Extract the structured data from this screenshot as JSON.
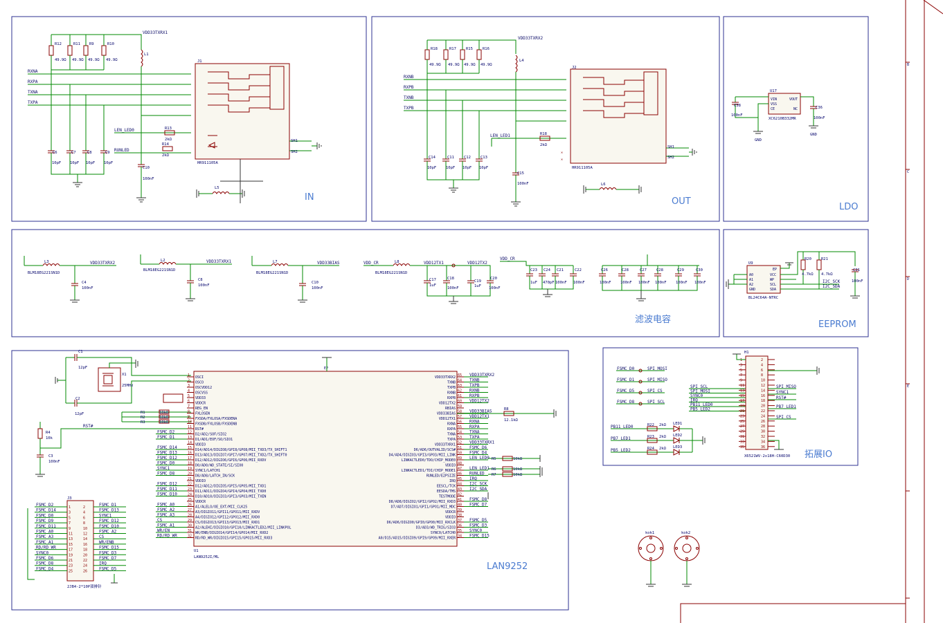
{
  "blocks": {
    "in": "IN",
    "out": "OUT",
    "ldo": "LDO",
    "filter": "滤波电容",
    "eeprom": "EEPROM",
    "lan": "LAN9252",
    "expand": "拓展IO"
  },
  "in_block": {
    "power": "VDD33TXRX1",
    "resistors": [
      {
        "ref": "R12",
        "val": "49.9Ω"
      },
      {
        "ref": "R11",
        "val": "49.9Ω"
      },
      {
        "ref": "R9",
        "val": "49.9Ω"
      },
      {
        "ref": "R10",
        "val": "49.9Ω"
      }
    ],
    "nets": [
      "RXNA",
      "RXPA",
      "TXNA",
      "TXPA"
    ],
    "caps": [
      {
        "ref": "C6",
        "val": "10pF"
      },
      {
        "ref": "C7",
        "val": "10pF"
      },
      {
        "ref": "C8",
        "val": "10pF"
      },
      {
        "ref": "C9",
        "val": "10pF"
      }
    ],
    "inductor": "L1",
    "c10": {
      "ref": "C10",
      "val": "100nF"
    },
    "l5": "L5",
    "led_net1": "LEN_LED0",
    "led_net2": "RUNLED",
    "r13": {
      "ref": "R13",
      "val": "2kΩ"
    },
    "r14": {
      "ref": "R14",
      "val": "2kΩ"
    },
    "conn_ref": "J1",
    "conn_val": "HR911105A",
    "sh1": "SH1",
    "sh2": "SH2"
  },
  "out_block": {
    "power": "VDD33TXRX2",
    "resistors": [
      {
        "ref": "R18",
        "val": "49.9Ω"
      },
      {
        "ref": "R17",
        "val": "49.9Ω"
      },
      {
        "ref": "R15",
        "val": "49.9Ω"
      },
      {
        "ref": "R16",
        "val": "49.9Ω"
      }
    ],
    "nets": [
      "RXNB",
      "RXPB",
      "TXNB",
      "TXPB"
    ],
    "caps": [
      {
        "ref": "C14",
        "val": "10pF"
      },
      {
        "ref": "C11",
        "val": "10pF"
      },
      {
        "ref": "C12",
        "val": "10pF"
      },
      {
        "ref": "C13",
        "val": "10pF"
      }
    ],
    "inductor": "L4",
    "c15": {
      "ref": "C15",
      "val": "100nF"
    },
    "l6": "L6",
    "led_net": "LEN_LED1",
    "r18b": {
      "ref": "R18",
      "val": "2kΩ"
    },
    "conn_ref": "J2",
    "conn_val": "HR911105A",
    "sh1": "SH1",
    "sh2": "SH2"
  },
  "ldo_block": {
    "ref": "U17",
    "part": "XC6210B332MR",
    "pins": [
      "VIN",
      "VSS",
      "CE",
      "VOUT",
      "NC"
    ],
    "c38": {
      "ref": "C38",
      "val": "100nF"
    },
    "c36": {
      "ref": "C36",
      "val": "100nF"
    },
    "gnd1": "GND",
    "gnd2": "GND"
  },
  "filter_block": {
    "chains": [
      {
        "ind": "L3",
        "part": "BLM18EG221SN1D",
        "net": "VDD33TXRX2",
        "cap": "C4",
        "cval": "100nF"
      },
      {
        "ind": "L2",
        "part": "BLM18EG221SN1D",
        "net": "VDD33TXRX1",
        "cap": "C8",
        "cval": "100nF"
      },
      {
        "ind": "L7",
        "part": "BLM18EG221SN1D",
        "net": "VDD33BIAS",
        "cap": "C10",
        "cval": "100nF"
      },
      {
        "ind": "L8",
        "part": "BLM18EG221SN1D",
        "net": "VDD_CR",
        "cap": "",
        "cval": ""
      }
    ],
    "vdd12": [
      "VDD12TX1",
      "VDD12TX2"
    ],
    "vddcr": "VDD_CR",
    "caps_a": [
      {
        "ref": "C17",
        "val": "1uF"
      },
      {
        "ref": "C18",
        "val": "100nF"
      },
      {
        "ref": "C19",
        "val": "1uF"
      },
      {
        "ref": "C20",
        "val": "100nF"
      }
    ],
    "caps_b": [
      {
        "ref": "C23",
        "val": "1uF"
      },
      {
        "ref": "C24",
        "val": "470pF"
      },
      {
        "ref": "C21",
        "val": "100nF"
      },
      {
        "ref": "C22",
        "val": "100nF"
      }
    ],
    "caps_c": [
      {
        "ref": "C26",
        "val": "100nF"
      },
      {
        "ref": "C28",
        "val": "100nF"
      },
      {
        "ref": "C27",
        "val": "100nF"
      },
      {
        "ref": "C28",
        "val": "100nF"
      },
      {
        "ref": "C29",
        "val": "100nF"
      },
      {
        "ref": "C30",
        "val": "100nF"
      }
    ]
  },
  "eeprom_block": {
    "ref": "U9",
    "part": "BL24C64A-NTRC",
    "left_pins": [
      "A0",
      "A1",
      "A2",
      "GND"
    ],
    "right_pins": [
      "EP",
      "VCC",
      "WP",
      "SCL",
      "SDA"
    ],
    "r20": {
      "ref": "R20",
      "val": "4.7kΩ"
    },
    "r21": {
      "ref": "R21",
      "val": "4.7kΩ"
    },
    "c31": {
      "ref": "C31",
      "val": "100nF"
    },
    "nets": [
      "I2C_SCK",
      "I2C_SDA"
    ]
  },
  "lan_block": {
    "chip_ref": "U1",
    "chip_val": "LAN9252I/ML",
    "c1": {
      "ref": "C1",
      "val": "12pF"
    },
    "c2": {
      "ref": "C2",
      "val": "12pF"
    },
    "x1": {
      "ref": "X1",
      "val": "25MHz"
    },
    "r1": {
      "ref": "R1",
      "val": "10kΩ"
    },
    "r2": {
      "ref": "R2",
      "val": "10kΩ"
    },
    "r3": {
      "ref": "R3",
      "val": "10kΩ"
    },
    "r4": {
      "ref": "R4",
      "val": "10k"
    },
    "c3": {
      "ref": "C3",
      "val": "100nF"
    },
    "rst": "RST#",
    "left_pins": [
      "OSCI",
      "OSCO",
      "OSCVDD12",
      "OSCVSS",
      "VDD33",
      "VDDCR",
      "REG_EN",
      "FXLOSEN",
      "FXSDA/FXLOSA/FXSDENA",
      "FXSDB/FXLOSB/FXSDENB",
      "RST#",
      "D2/AD2/SOF/SIO2",
      "D1/AD1/EOF/SO/SIO1",
      "VDDIO",
      "D14/AD14/DIGIO8/GPI8/GPO8/MII_TXD3/TX_SHIFT1",
      "D13/AD13/DIGIO7/GPI7/GPO7/MII_TXD2/TX_SHIFT0",
      "D12/AD12/DIGIO6/GPI6/GPO6/MII_RXDV",
      "D0/AD0/WD_STATE/SI/SIO0",
      "SYNC1/LATCH1",
      "D8/AD8/LATCH_IN/SCK",
      "VDDIO",
      "D12/AD12/DIGIO5/GPI5/GPO5/MII_TXD1",
      "D11/AD11/DIGIO4/GPI4/GPO4/MII_TXD0",
      "D10/AD10/DIGIO3/GPI3/GPO3/MII_TXEN",
      "VDDCR",
      "A1/ALELO/OE_EXT/MII_CLK25",
      "A3/DIGIO11/GPI11/GPO11/MII_RXDV",
      "A4/DIGIO12/GPI12/GPO12/MII_RXD0",
      "CS/DIGIO13/GPI13/GPO13/MII_RXD1",
      "A2/ALEHI/DIGIO10/GPI10/LINKACTLED2/MII_LINKPOL",
      "WR/ENB/DIGIO14/GPI14/GPO14/MII_RXD2",
      "RD/RD_WR/DIGIO15/GPI15/GPO15/MII_RXD3"
    ],
    "left_nets": [
      "",
      "",
      "",
      "",
      "",
      "",
      "",
      "",
      "",
      "",
      "",
      "FSMC_D2",
      "FSMC_D1",
      "",
      "FSMC_D14",
      "FSMC_D13",
      "FSMC_D12",
      "FSMC_D0",
      "SYNC1",
      "FSMC_D8",
      "",
      "FSMC_D12",
      "FSMC_D11",
      "FSMC_D10",
      "",
      "FSMC_A0",
      "FSMC_A2",
      "FSMC_A3",
      "CS",
      "FSMC_A1",
      "WR/EN",
      "RD/RD_WR"
    ],
    "right_pins": [
      "VDD33TXRX2",
      "TXNB",
      "TXPB",
      "RXNB",
      "RXPB",
      "VDD12TX2",
      "RBIAS",
      "VDD33BIAS",
      "VDD12TX1",
      "RXNA",
      "RXPA",
      "TXNA",
      "TXPA",
      "VDD33TXRX1",
      "D6/AD6/OUTVALID/SCS#",
      "D4/AD4/DIGIO3/GPI3/GPO3/MII_LINK",
      "LINKACTLED0/TDO/CHIP_MODE0",
      "VDDIO",
      "LINKACTLED1/TDI/CHIP_MODE1",
      "RUNLED/E2PSIZE",
      "IRQ",
      "EESCL/TCK",
      "EESDA/TMS",
      "TESTMODE",
      "D8/AD8/DIGIO2/GPI2/GPO2/MII_RXD3",
      "D7/AD7/DIGIO1/GPI1/GPO1/MII_MDC",
      "VDDCR",
      "VDDIO",
      "D6/AD6/DIGIO0/GPI0/GPO0/MII_RXCLK",
      "D3/AD3/WD_TRIG/SIO3",
      "SYNC0/LATCH0",
      "A0/D15/AD15/DIGIO9/GPI9/GPO9/MII_RXER"
    ],
    "right_nets": [
      "VDD33TXRX2",
      "TXNB",
      "TXPB",
      "RXNB",
      "RXPB",
      "VDD12TX2",
      "",
      "VDD33BIAS",
      "VDD12TX1",
      "RXNA",
      "RXPA",
      "TXNA",
      "TXPA",
      "VDD33TXRX1",
      "FSMC_D6",
      "FSMC_D4",
      "LEN_LED0",
      "",
      "LEN_LED1",
      "RUNLED",
      "IRQ",
      "I2C_SCK",
      "I2C_SDA",
      "",
      "FSMC_D8",
      "FSMC_D7",
      "",
      "",
      "FSMC_D5",
      "FSMC_D3",
      "SYNC0",
      "FSMC_D15"
    ],
    "r8": {
      "ref": "R8",
      "val": "12.1kΩ"
    },
    "r5": {
      "ref": "R5",
      "val": "10kΩ"
    },
    "r6": {
      "ref": "R6",
      "val": "10kΩ"
    },
    "r7": {
      "ref": "R7",
      "val": "10kΩ"
    },
    "ep": "EP",
    "j3": {
      "ref": "J3",
      "val": "2JB4-2*10P双排针"
    },
    "j3_left": [
      "FSMC_D2",
      "FSMC_D14",
      "FSMC_D0",
      "FSMC_D9",
      "FSMC_D11",
      "FSMC_A0",
      "FSMC_A3",
      "FSMC_A1",
      "RD/RD_WR",
      "SYNC0",
      "FSMC_D6",
      "FSMC_D8",
      "FSMC_D4"
    ],
    "j3_right": [
      "FSMC_D1",
      "FSMC_D13",
      "SYNC1",
      "FSMC_D12",
      "FSMC_D10",
      "FSMC_A2",
      "CS",
      "WR/ENB",
      "FSMC_D15",
      "FSMC_D3",
      "FSMC_D7",
      "IRQ",
      "FSMC_D5"
    ]
  },
  "expand_block": {
    "h1": {
      "ref": "H1",
      "val": "X6521WV-2x18H-C60D30"
    },
    "left_top_nets": [
      "FSMC_D0",
      "FSMC_D1",
      "FSMC_D5",
      "FSMC_D8"
    ],
    "left_top_targets": [
      "SPI_MOSI",
      "SPI_MISO",
      "SPI_CS",
      "SPI_SCL"
    ],
    "left_mid_nets": [
      "SPI_SCL",
      "SPI_MOSI",
      "SYNC0",
      "IRQ",
      "PB11_LED0",
      "PB5_LED2"
    ],
    "right_nets": [
      "SPI_MISO",
      "SYNC1",
      "RST#",
      "PB7_LED1",
      "SPI_CS"
    ],
    "pin_nums_left": [
      "1",
      "3",
      "5",
      "7",
      "9",
      "11",
      "13",
      "15",
      "17",
      "19",
      "21",
      "23",
      "25",
      "27",
      "29",
      "31",
      "33",
      "35"
    ],
    "pin_nums_right": [
      "2",
      "4",
      "6",
      "8",
      "10",
      "12",
      "14",
      "16",
      "18",
      "20",
      "22",
      "24",
      "26",
      "28",
      "30",
      "32",
      "34",
      "36"
    ],
    "led_nets": [
      "PB11_LED0",
      "PB7_LED1",
      "PB5_LED2"
    ],
    "led_res": [
      {
        "ref": "R22",
        "val": "2kΩ"
      },
      {
        "ref": "R23",
        "val": "2kΩ"
      },
      {
        "ref": "R24",
        "val": "2kΩ"
      }
    ],
    "leds": [
      "LED1",
      "LED2",
      "LED3"
    ]
  },
  "mounting": {
    "k1": "kok1",
    "k2": "kok2"
  },
  "border_marks": [
    "B",
    "C",
    "D",
    "E"
  ]
}
